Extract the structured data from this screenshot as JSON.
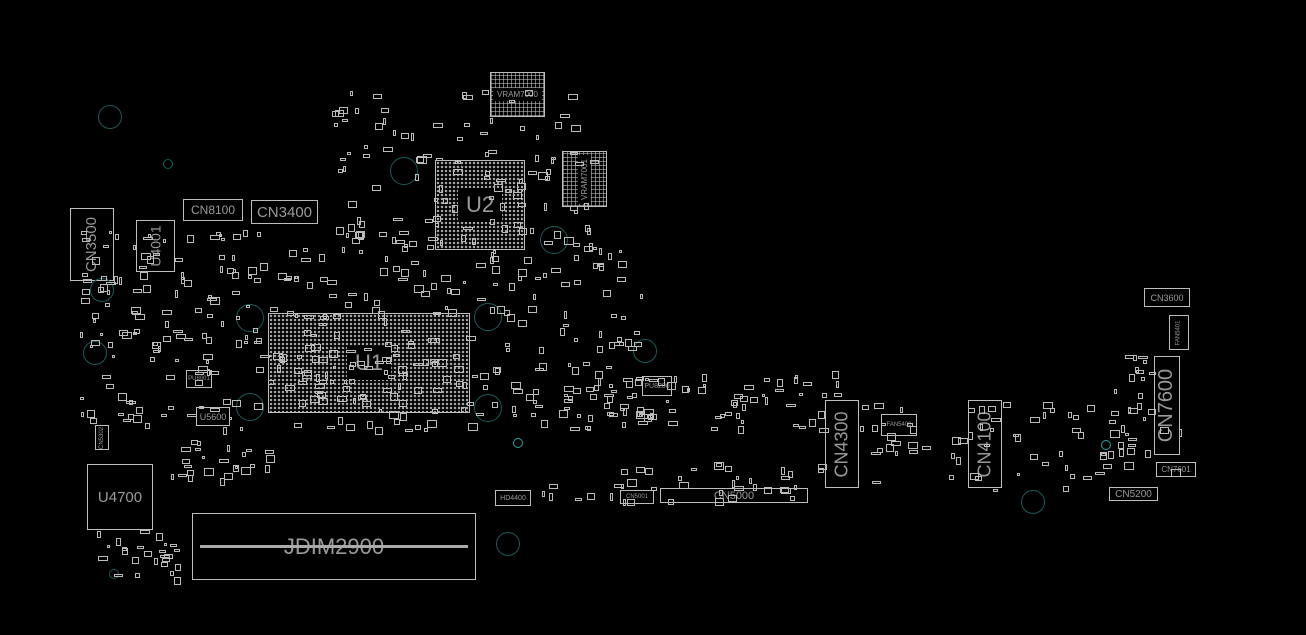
{
  "board": {
    "components": [
      {
        "id": "vram7000",
        "label": "VRAM7000"
      },
      {
        "id": "vram7001",
        "label": "VRAM7001"
      },
      {
        "id": "u2",
        "label": "U2"
      },
      {
        "id": "u1",
        "label": "U1"
      },
      {
        "id": "cn8100",
        "label": "CN8100"
      },
      {
        "id": "cn3400",
        "label": "CN3400"
      },
      {
        "id": "cn3500",
        "label": "CN3500"
      },
      {
        "id": "u4001",
        "label": "U4001"
      },
      {
        "id": "pu8001",
        "label": "PU8001"
      },
      {
        "id": "u5600",
        "label": "U5600"
      },
      {
        "id": "cn5302",
        "label": "CN5302"
      },
      {
        "id": "u4700",
        "label": "U4700"
      },
      {
        "id": "jdim2900",
        "label": "JDIM2900"
      },
      {
        "id": "hd4400",
        "label": "HD4400"
      },
      {
        "id": "cn5001",
        "label": "CN5001"
      },
      {
        "id": "pu8200",
        "label": "PU8200"
      },
      {
        "id": "cn5000",
        "label": "CN5000"
      },
      {
        "id": "cn4300",
        "label": "CN4300"
      },
      {
        "id": "fan5400",
        "label": "FAN5400"
      },
      {
        "id": "cn4100",
        "label": "CN4100"
      },
      {
        "id": "cn3600",
        "label": "CN3600"
      },
      {
        "id": "fan5401",
        "label": "FAN5401"
      },
      {
        "id": "cn7600",
        "label": "CN7600"
      },
      {
        "id": "cn7601",
        "label": "CN7601"
      },
      {
        "id": "cn5200",
        "label": "CN5200"
      }
    ]
  }
}
